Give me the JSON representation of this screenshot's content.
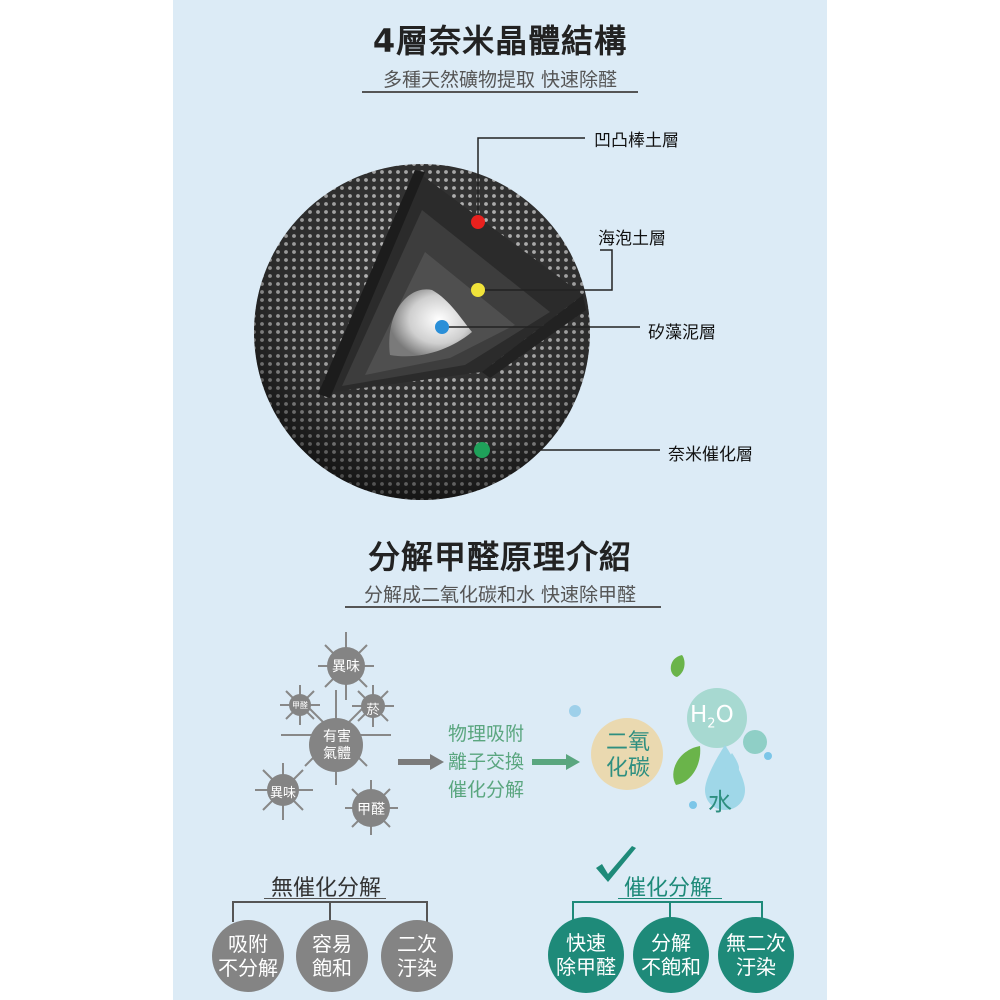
{
  "section1": {
    "title": "4層奈米晶體結構",
    "subtitle": "多種天然礦物提取 快速除醛",
    "layers": [
      {
        "label": "凹凸棒土層",
        "dot_color": "#e8211e"
      },
      {
        "label": "海泡土層",
        "dot_color": "#f0e33a"
      },
      {
        "label": "矽藻泥層",
        "dot_color": "#2a8fd8"
      },
      {
        "label": "奈米催化層",
        "dot_color": "#1fa15a"
      }
    ]
  },
  "section2": {
    "title": "分解甲醛原理介紹",
    "subtitle": "分解成二氧化碳和水 快速除甲醛",
    "pollutants": [
      "異味",
      "甲醛",
      "菸",
      "有害\n氣體",
      "異味",
      "甲醛"
    ],
    "process": [
      "物理吸附",
      "離子交換",
      "催化分解"
    ],
    "products": {
      "co2": "二氧\n化碳",
      "h2o_h": "H",
      "h2o_sub": "2",
      "h2o_o": "O",
      "water": "水"
    }
  },
  "comparison": {
    "left": {
      "heading": "無催化分解",
      "items": [
        "吸附\n不分解",
        "容易\n飽和",
        "二次\n汙染"
      ]
    },
    "right": {
      "heading": "催化分解",
      "items": [
        "快速\n除甲醛",
        "分解\n不飽和",
        "無二次\n汙染"
      ]
    }
  },
  "colors": {
    "panel_bg": "#dcebf6",
    "accent_green": "#1e8a79",
    "gray_circle": "#848484",
    "process_text": "#5aa67f"
  }
}
